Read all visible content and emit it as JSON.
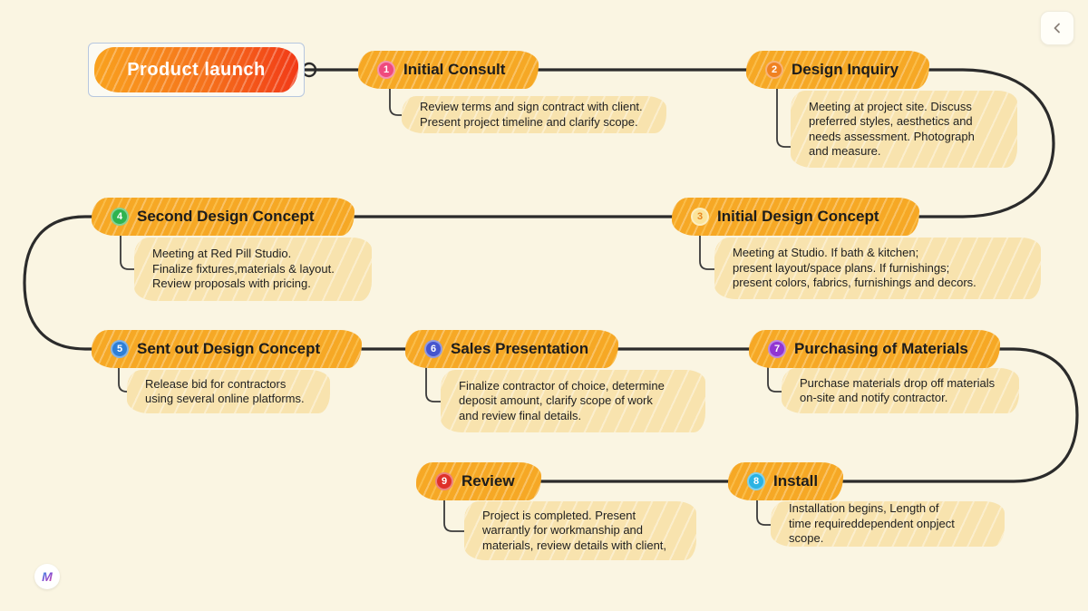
{
  "canvas": {
    "background": "#FAF5E2",
    "connector_color": "#2B2B2B"
  },
  "root": {
    "label": "Product launch",
    "gradient_from": "#F9A21E",
    "gradient_to": "#F23A17"
  },
  "nodes": [
    {
      "number": "1",
      "title": "Initial Consult",
      "badge_color": "#EF4A7D",
      "badge_text_color": "#FFFFFF",
      "description": "Review terms and sign contract with client.\nPresent project timeline and clarify scope."
    },
    {
      "number": "2",
      "title": "Design Inquiry",
      "badge_color": "#F08121",
      "badge_text_color": "#FFFFFF",
      "description": "Meeting at project site. Discuss\npreferred styles, aesthetics and\nneeds assessment. Photograph\nand measure."
    },
    {
      "number": "3",
      "title": "Initial Design Concept",
      "badge_color": "#FBE49A",
      "badge_text_color": "#E8871F",
      "description": "Meeting at Studio. If bath & kitchen;\npresent layout/space plans. If furnishings;\npresent colors, fabrics, furnishings and decors."
    },
    {
      "number": "4",
      "title": "Second Design Concept",
      "badge_color": "#2FB34F",
      "badge_text_color": "#FFFFFF",
      "description": "Meeting at Red Pill Studio.\nFinalize fixtures,materials & layout.\nReview proposals with pricing."
    },
    {
      "number": "5",
      "title": "Sent out Design Concept",
      "badge_color": "#2E7FD6",
      "badge_text_color": "#FFFFFF",
      "description": "Release bid for contractors\nusing several online platforms."
    },
    {
      "number": "6",
      "title": "Sales Presentation",
      "badge_color": "#4655CE",
      "badge_text_color": "#FFFFFF",
      "description": "Finalize contractor of choice, determine\ndeposit amount, clarify scope of work\nand review final details."
    },
    {
      "number": "7",
      "title": "Purchasing of Materials",
      "badge_color": "#9136D2",
      "badge_text_color": "#FFFFFF",
      "description": "Purchase materials drop off materials\non-site and notify contractor."
    },
    {
      "number": "8",
      "title": "Install",
      "badge_color": "#2BB3E3",
      "badge_text_color": "#FFFFFF",
      "description": "Installation begins, Length of\ntime requireddependent onpject scope."
    },
    {
      "number": "9",
      "title": "Review",
      "badge_color": "#DF302A",
      "badge_text_color": "#FFFFFF",
      "description": "Project is completed. Present\nwarrantly for workmanship and\nmaterials, review details with client,"
    }
  ],
  "connections": [
    [
      "root",
      "1"
    ],
    [
      "1",
      "2"
    ],
    [
      "2",
      "3"
    ],
    [
      "3",
      "4"
    ],
    [
      "4",
      "5"
    ],
    [
      "5",
      "6"
    ],
    [
      "6",
      "7"
    ],
    [
      "7",
      "8"
    ],
    [
      "8",
      "9"
    ]
  ],
  "logo": {
    "letter": "M"
  }
}
